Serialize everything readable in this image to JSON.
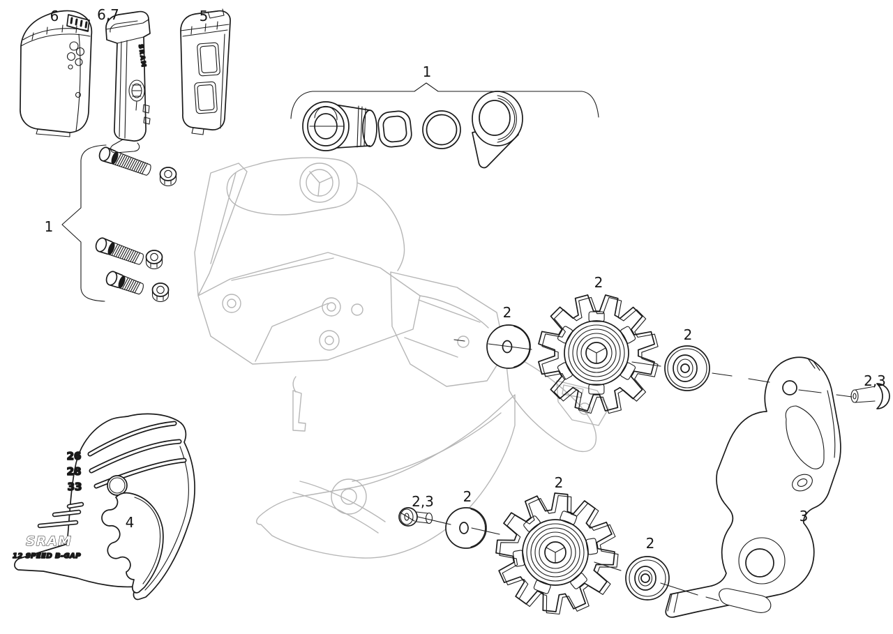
{
  "figure": {
    "background": "#ffffff",
    "ink_color": "#1a1a1a",
    "ghost_color": "#b6b6b6",
    "callouts": {
      "battery": "6",
      "battery_latch": "6,7",
      "battery_blocker": "5",
      "b_bolt_kit": "1",
      "limit_screw_kit": "1",
      "upper_pulley_washer": "2",
      "upper_pulley": "2",
      "upper_pulley_cap": "2",
      "upper_cage_bolt": "2,3",
      "inner_cage_plate": "3",
      "lower_cage_bolt": "2,3",
      "lower_pulley_washer": "2",
      "lower_pulley": "2",
      "lower_pulley_cap": "2",
      "chain_gap_tool": "4"
    },
    "tool_markings": {
      "size_1": "26",
      "size_2": "28",
      "size_3": "33",
      "brand": "SRAM",
      "label": "12 SPEED B-GAP"
    },
    "latch_marking": "SRAM"
  }
}
